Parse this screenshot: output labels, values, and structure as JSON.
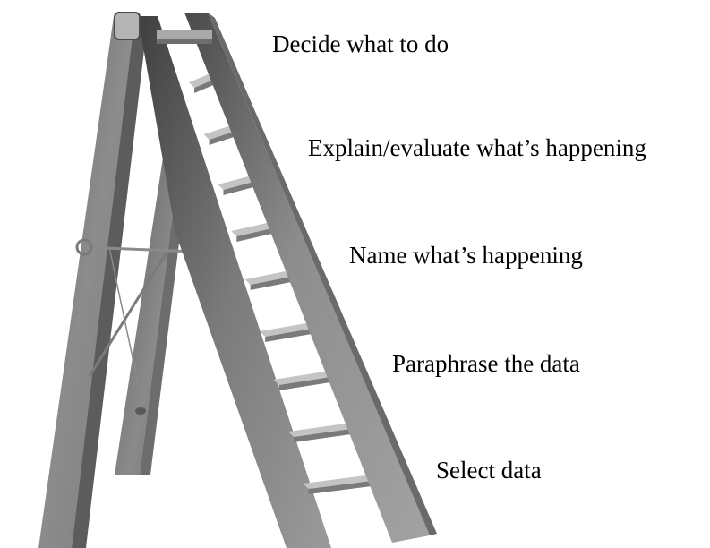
{
  "diagram": {
    "steps": [
      {
        "label": "Decide what to do"
      },
      {
        "label": "Explain/evaluate what’s happening"
      },
      {
        "label": "Name what’s happening"
      },
      {
        "label": "Paraphrase the data"
      },
      {
        "label": "Select data"
      }
    ]
  },
  "colors": {
    "rail_dark": "#5a5a5a",
    "rail_mid": "#8e8e8e",
    "rail_light": "#b9b9b9",
    "rung_top": "#c4c4c4",
    "rung_front": "#7a7a7a",
    "text": "#000000"
  }
}
